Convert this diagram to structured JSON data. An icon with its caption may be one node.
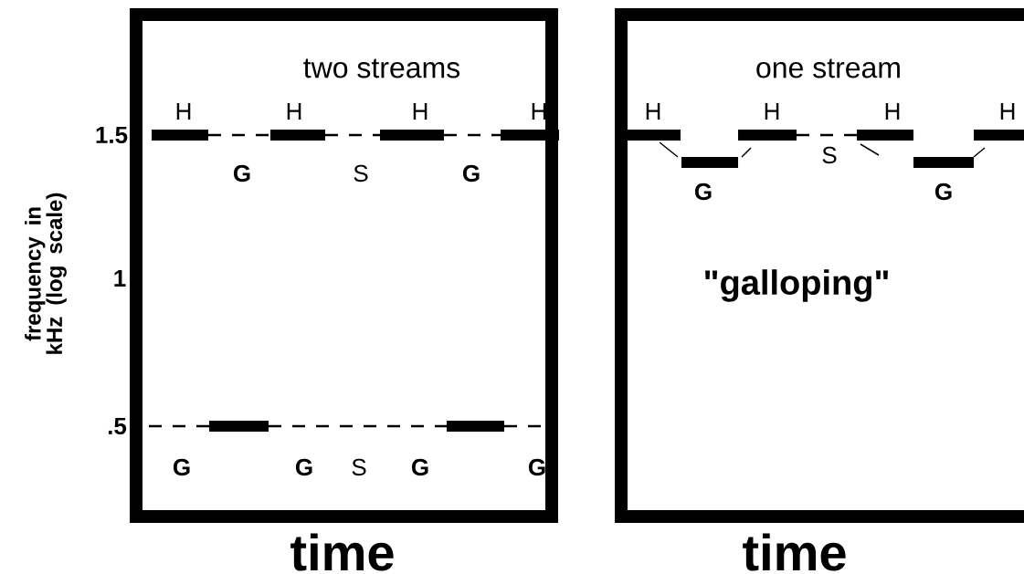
{
  "diagram": {
    "nodes": [
      {
        "text": [
          "two streams"
        ]
      },
      {
        "text": [
          "one stream",
          "\"galloping\""
        ]
      }
    ],
    "labels": [
      "frequency in kHz (log scale)",
      "1.5",
      "1",
      ".5",
      "H",
      "H",
      "H",
      "H",
      "G",
      "S",
      "G",
      "G",
      "G",
      "S",
      "G",
      "G",
      "H",
      "H",
      "H",
      "H",
      "S",
      "G",
      "G",
      "time",
      "time"
    ]
  }
}
